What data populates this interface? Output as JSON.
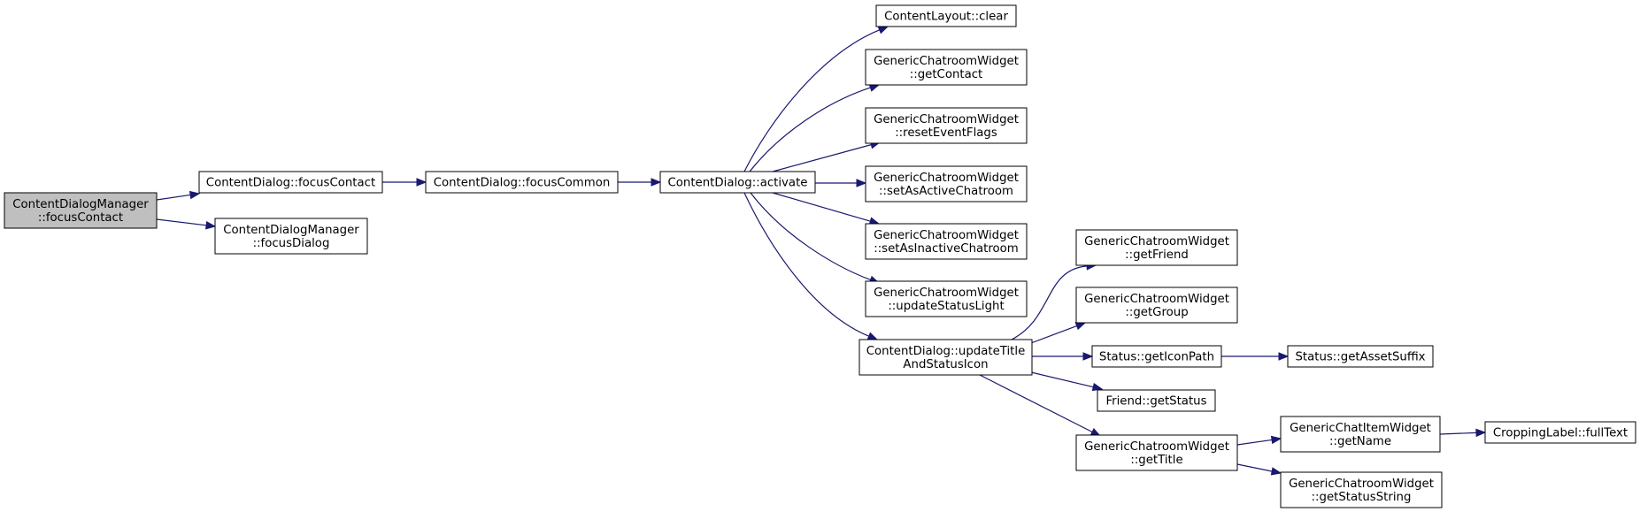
{
  "diagram": {
    "type": "call-graph",
    "colors": {
      "edge": "#191970",
      "root_fill": "#bfbfbf",
      "node_fill": "#ffffff",
      "node_border": "#000000"
    },
    "nodes": [
      {
        "id": "cdm_focusContact",
        "lines": [
          "ContentDialogManager",
          "::focusContact"
        ],
        "root": true
      },
      {
        "id": "cd_focusContact",
        "lines": [
          "ContentDialog::focusContact"
        ]
      },
      {
        "id": "cdm_focusDialog",
        "lines": [
          "ContentDialogManager",
          "::focusDialog"
        ]
      },
      {
        "id": "cd_focusCommon",
        "lines": [
          "ContentDialog::focusCommon"
        ]
      },
      {
        "id": "cd_activate",
        "lines": [
          "ContentDialog::activate"
        ]
      },
      {
        "id": "cl_clear",
        "lines": [
          "ContentLayout::clear"
        ]
      },
      {
        "id": "gcw_getContact",
        "lines": [
          "GenericChatroomWidget",
          "::getContact"
        ]
      },
      {
        "id": "gcw_resetEventFlags",
        "lines": [
          "GenericChatroomWidget",
          "::resetEventFlags"
        ]
      },
      {
        "id": "gcw_setAsActive",
        "lines": [
          "GenericChatroomWidget",
          "::setAsActiveChatroom"
        ]
      },
      {
        "id": "gcw_setAsInactive",
        "lines": [
          "GenericChatroomWidget",
          "::setAsInactiveChatroom"
        ]
      },
      {
        "id": "gcw_updateStatusLight",
        "lines": [
          "GenericChatroomWidget",
          "::updateStatusLight"
        ]
      },
      {
        "id": "cd_updateTitle",
        "lines": [
          "ContentDialog::updateTitle",
          "AndStatusIcon"
        ]
      },
      {
        "id": "gcw_getFriend",
        "lines": [
          "GenericChatroomWidget",
          "::getFriend"
        ]
      },
      {
        "id": "gcw_getGroup",
        "lines": [
          "GenericChatroomWidget",
          "::getGroup"
        ]
      },
      {
        "id": "st_getIconPath",
        "lines": [
          "Status::getIconPath"
        ]
      },
      {
        "id": "st_getAssetSuffix",
        "lines": [
          "Status::getAssetSuffix"
        ]
      },
      {
        "id": "fr_getStatus",
        "lines": [
          "Friend::getStatus"
        ]
      },
      {
        "id": "gcw_getTitle",
        "lines": [
          "GenericChatroomWidget",
          "::getTitle"
        ]
      },
      {
        "id": "gciw_getName",
        "lines": [
          "GenericChatItemWidget",
          "::getName"
        ]
      },
      {
        "id": "gcw_getStatusString",
        "lines": [
          "GenericChatroomWidget",
          "::getStatusString"
        ]
      },
      {
        "id": "cl_fullText",
        "lines": [
          "CroppingLabel::fullText"
        ]
      }
    ],
    "edges": [
      {
        "from": "cdm_focusContact",
        "to": "cd_focusContact"
      },
      {
        "from": "cdm_focusContact",
        "to": "cdm_focusDialog"
      },
      {
        "from": "cd_focusContact",
        "to": "cd_focusCommon"
      },
      {
        "from": "cd_focusCommon",
        "to": "cd_activate"
      },
      {
        "from": "cd_activate",
        "to": "cl_clear"
      },
      {
        "from": "cd_activate",
        "to": "gcw_getContact"
      },
      {
        "from": "cd_activate",
        "to": "gcw_resetEventFlags"
      },
      {
        "from": "cd_activate",
        "to": "gcw_setAsActive"
      },
      {
        "from": "cd_activate",
        "to": "gcw_setAsInactive"
      },
      {
        "from": "cd_activate",
        "to": "gcw_updateStatusLight"
      },
      {
        "from": "cd_activate",
        "to": "cd_updateTitle"
      },
      {
        "from": "cd_updateTitle",
        "to": "gcw_getFriend"
      },
      {
        "from": "cd_updateTitle",
        "to": "gcw_getGroup"
      },
      {
        "from": "cd_updateTitle",
        "to": "st_getIconPath"
      },
      {
        "from": "cd_updateTitle",
        "to": "fr_getStatus"
      },
      {
        "from": "cd_updateTitle",
        "to": "gcw_getTitle"
      },
      {
        "from": "st_getIconPath",
        "to": "st_getAssetSuffix"
      },
      {
        "from": "gcw_getTitle",
        "to": "gciw_getName"
      },
      {
        "from": "gcw_getTitle",
        "to": "gcw_getStatusString"
      },
      {
        "from": "gciw_getName",
        "to": "cl_fullText"
      }
    ]
  }
}
